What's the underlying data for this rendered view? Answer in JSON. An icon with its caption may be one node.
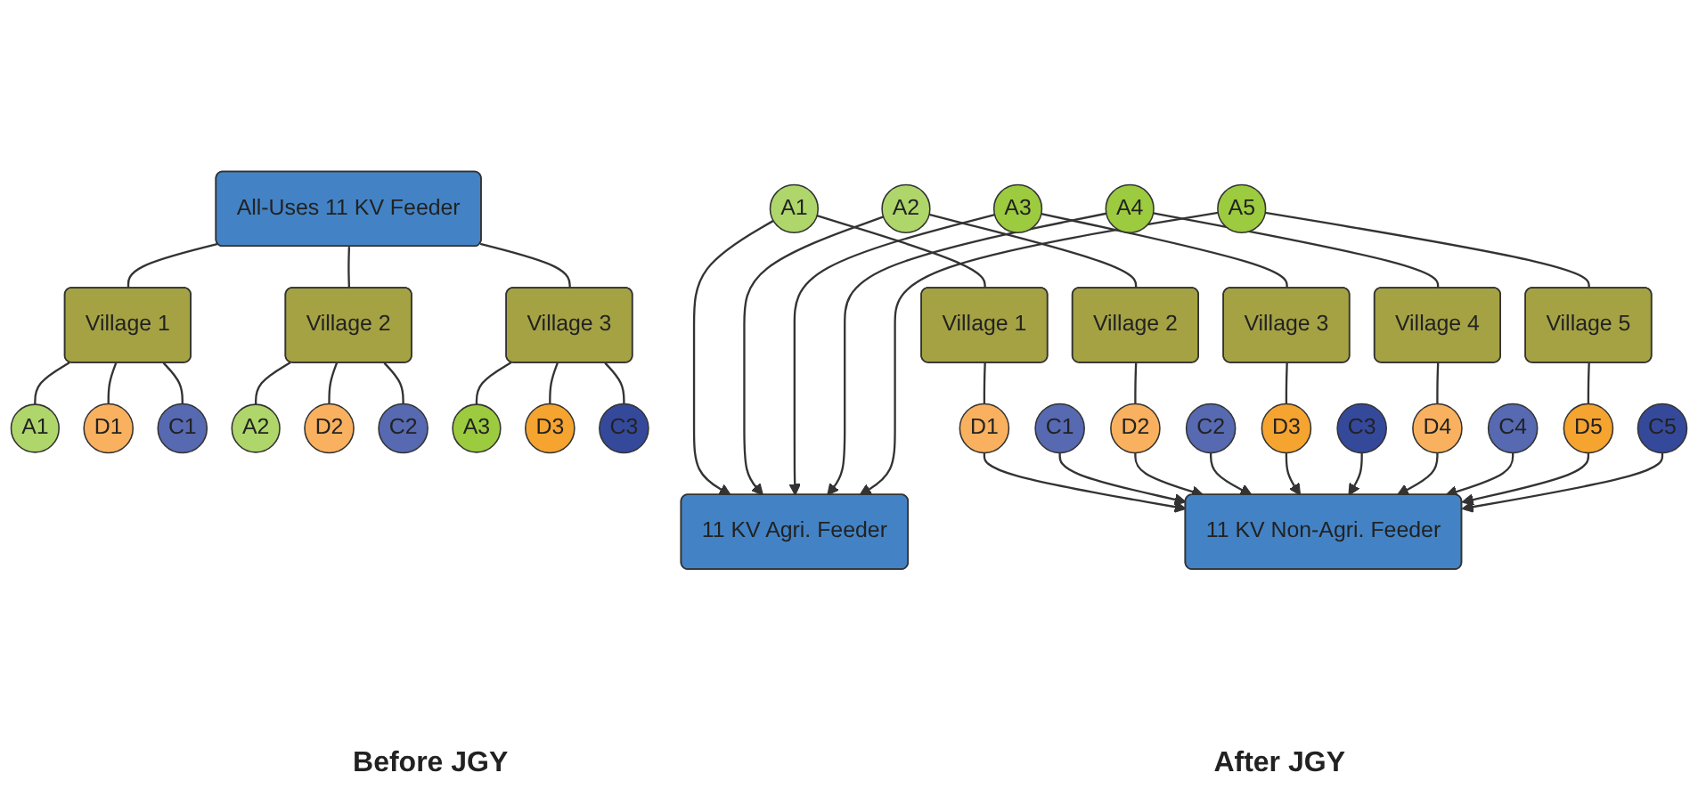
{
  "diagram": {
    "nodes": [
      {
        "text": [
          "All-Uses 11 KV Feeder"
        ]
      },
      {
        "text": [
          "Village 1"
        ]
      },
      {
        "text": [
          "Village 2"
        ]
      },
      {
        "text": [
          "Village 3"
        ]
      },
      {
        "text": [
          "A1"
        ]
      },
      {
        "text": [
          "D1"
        ]
      },
      {
        "text": [
          "C1"
        ]
      },
      {
        "text": [
          "A2"
        ]
      },
      {
        "text": [
          "D2"
        ]
      },
      {
        "text": [
          "C2"
        ]
      },
      {
        "text": [
          "A3"
        ]
      },
      {
        "text": [
          "D3"
        ]
      },
      {
        "text": [
          "C3"
        ]
      },
      {
        "text": [
          "11 KV Agri. Feeder"
        ]
      },
      {
        "text": [
          "11 KV Non-Agri. Feeder"
        ]
      },
      {
        "text": [
          "A1"
        ]
      },
      {
        "text": [
          "Village 1"
        ]
      },
      {
        "text": [
          "D1"
        ]
      },
      {
        "text": [
          "C1"
        ]
      },
      {
        "text": [
          "A2"
        ]
      },
      {
        "text": [
          "Village 2"
        ]
      },
      {
        "text": [
          "D2"
        ]
      },
      {
        "text": [
          "C2"
        ]
      },
      {
        "text": [
          "A3"
        ]
      },
      {
        "text": [
          "Village 3"
        ]
      },
      {
        "text": [
          "D3"
        ]
      },
      {
        "text": [
          "C3"
        ]
      },
      {
        "text": [
          "A4"
        ]
      },
      {
        "text": [
          "Village 4"
        ]
      },
      {
        "text": [
          "D4"
        ]
      },
      {
        "text": [
          "C4"
        ]
      },
      {
        "text": [
          "A5"
        ]
      },
      {
        "text": [
          "Village 5"
        ]
      },
      {
        "text": [
          "D5"
        ]
      },
      {
        "text": [
          "C5"
        ]
      }
    ],
    "edges": [
      {
        "from": 0,
        "to": 1,
        "arrow": "none"
      },
      {
        "from": 0,
        "to": 2,
        "arrow": "none"
      },
      {
        "from": 0,
        "to": 3,
        "arrow": "none"
      },
      {
        "from": 1,
        "to": 4,
        "arrow": "none"
      },
      {
        "from": 1,
        "to": 5,
        "arrow": "none"
      },
      {
        "from": 1,
        "to": 6,
        "arrow": "none"
      },
      {
        "from": 2,
        "to": 7,
        "arrow": "none"
      },
      {
        "from": 2,
        "to": 8,
        "arrow": "none"
      },
      {
        "from": 2,
        "to": 9,
        "arrow": "none"
      },
      {
        "from": 3,
        "to": 10,
        "arrow": "none"
      },
      {
        "from": 3,
        "to": 11,
        "arrow": "none"
      },
      {
        "from": 3,
        "to": 12,
        "arrow": "none"
      },
      {
        "from": 15,
        "to": 13,
        "arrow": "to"
      },
      {
        "from": 15,
        "to": 16,
        "arrow": "none"
      },
      {
        "from": 16,
        "to": 17,
        "arrow": "none"
      },
      {
        "from": 17,
        "to": 14,
        "arrow": "to"
      },
      {
        "from": 18,
        "to": 14,
        "arrow": "to"
      },
      {
        "from": 19,
        "to": 13,
        "arrow": "to"
      },
      {
        "from": 19,
        "to": 20,
        "arrow": "none"
      },
      {
        "from": 20,
        "to": 21,
        "arrow": "none"
      },
      {
        "from": 21,
        "to": 14,
        "arrow": "to"
      },
      {
        "from": 22,
        "to": 14,
        "arrow": "to"
      },
      {
        "from": 23,
        "to": 13,
        "arrow": "to"
      },
      {
        "from": 23,
        "to": 24,
        "arrow": "none"
      },
      {
        "from": 24,
        "to": 25,
        "arrow": "none"
      },
      {
        "from": 25,
        "to": 14,
        "arrow": "to"
      },
      {
        "from": 26,
        "to": 14,
        "arrow": "to"
      },
      {
        "from": 27,
        "to": 13,
        "arrow": "to"
      },
      {
        "from": 27,
        "to": 28,
        "arrow": "none"
      },
      {
        "from": 28,
        "to": 29,
        "arrow": "none"
      },
      {
        "from": 29,
        "to": 14,
        "arrow": "to"
      },
      {
        "from": 30,
        "to": 14,
        "arrow": "to"
      },
      {
        "from": 31,
        "to": 13,
        "arrow": "to"
      },
      {
        "from": 31,
        "to": 32,
        "arrow": "none"
      },
      {
        "from": 32,
        "to": 33,
        "arrow": "none"
      },
      {
        "from": 33,
        "to": 14,
        "arrow": "to"
      },
      {
        "from": 34,
        "to": 14,
        "arrow": "to"
      }
    ],
    "labels": [
      "Before JGY",
      "After JGY"
    ]
  }
}
